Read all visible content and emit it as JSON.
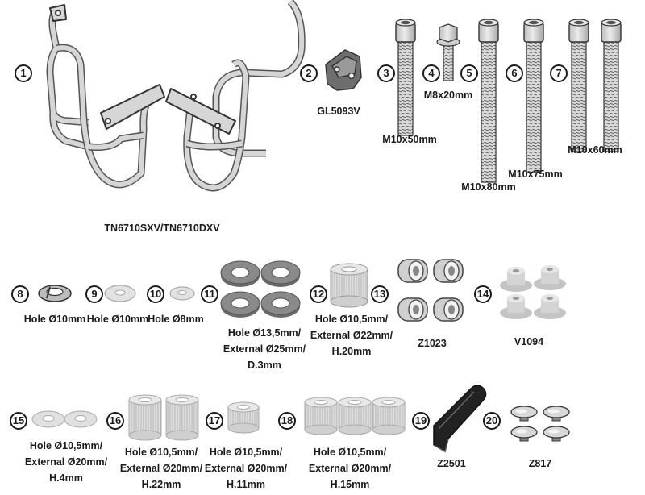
{
  "items": [
    {
      "num": "1",
      "code": "TN6710SXV/TN6710DXV"
    },
    {
      "num": "2",
      "code": "GL5093V"
    },
    {
      "num": "3",
      "desc": "M10x50mm"
    },
    {
      "num": "4",
      "desc": "M8x20mm"
    },
    {
      "num": "5",
      "desc": "M10x80mm"
    },
    {
      "num": "6",
      "desc": "M10x75mm"
    },
    {
      "num": "7",
      "desc": "M10x60mm"
    },
    {
      "num": "8",
      "desc": "Hole Ø10mm"
    },
    {
      "num": "9",
      "desc": "Hole Ø10mm"
    },
    {
      "num": "10",
      "desc": "Hole Ø8mm"
    },
    {
      "num": "11",
      "lines": [
        "Hole Ø13,5mm/",
        "External Ø25mm/",
        "D.3mm"
      ]
    },
    {
      "num": "12",
      "lines": [
        "Hole Ø10,5mm/",
        "External Ø22mm/",
        "H.20mm"
      ]
    },
    {
      "num": "13",
      "code": "Z1023"
    },
    {
      "num": "14",
      "code": "V1094"
    },
    {
      "num": "15",
      "lines": [
        "Hole Ø10,5mm/",
        "External Ø20mm/",
        "H.4mm"
      ]
    },
    {
      "num": "16",
      "lines": [
        "Hole Ø10,5mm/",
        "External Ø20mm/",
        "H.22mm"
      ]
    },
    {
      "num": "17",
      "lines": [
        "Hole Ø10,5mm/",
        "External Ø20mm/",
        "H.11mm"
      ]
    },
    {
      "num": "18",
      "lines": [
        "Hole Ø10,5mm/",
        "External Ø20mm/",
        "H.15mm"
      ]
    },
    {
      "num": "19",
      "code": "Z2501"
    },
    {
      "num": "20",
      "code": "Z817"
    }
  ],
  "colors": {
    "metal": "#d6d6d6",
    "metal_dark": "#8c8c8c",
    "outline": "#333333",
    "rubber": "#222222"
  }
}
